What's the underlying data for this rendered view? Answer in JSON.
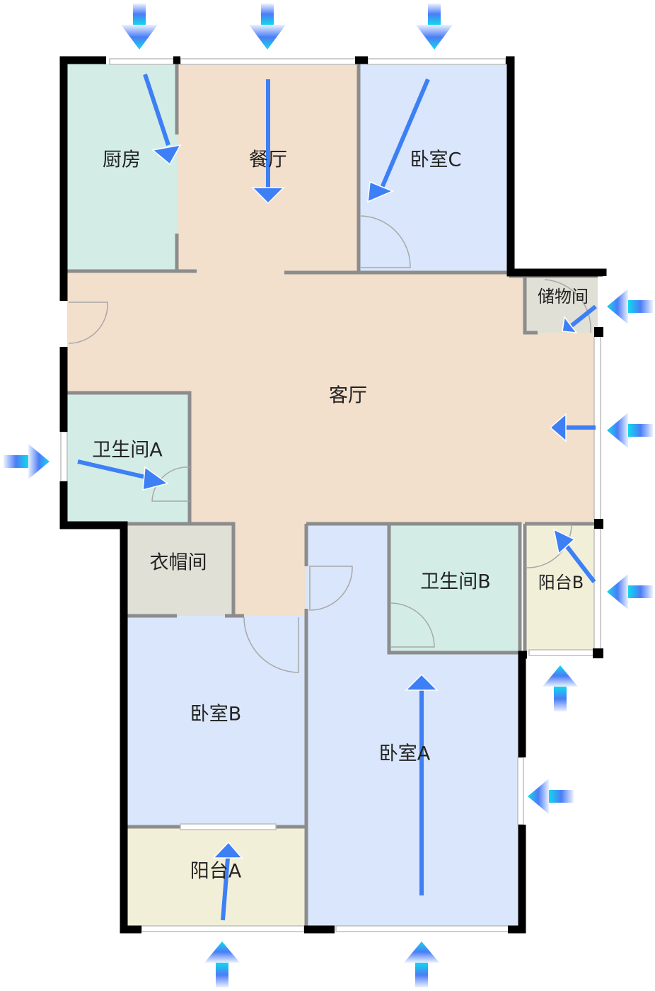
{
  "rooms": {
    "kitchen": "厨房",
    "dining": "餐厅",
    "bedroom_c": "卧室C",
    "storage": "储物间",
    "living": "客厅",
    "bathroom_a": "卫生间A",
    "cloakroom": "衣帽间",
    "bathroom_b": "卫生间B",
    "balcony_b": "阳台B",
    "bedroom_b": "卧室B",
    "bedroom_a": "卧室A",
    "balcony_a": "阳台A"
  },
  "colors": {
    "kitchen": "#d3ede6",
    "living": "#f2dfcc",
    "bedroom": "#d9e6fb",
    "storage": "#e0e0d6",
    "balcony": "#f2efd9",
    "bathroom": "#d3ede6",
    "arrow": "#3d7ff5"
  }
}
